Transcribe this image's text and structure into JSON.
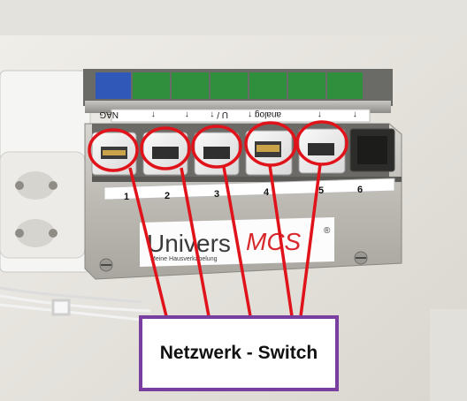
{
  "module": {
    "top_label": {
      "segments": [
        "NAG",
        "↑",
        "↑",
        "U / ↑",
        "analog ↑",
        "↑",
        "↑"
      ]
    },
    "port_numbers": [
      "1",
      "2",
      "3",
      "4",
      "5",
      "6"
    ],
    "brand": {
      "name_part1": "Univers",
      "name_part2": "MCS",
      "trademark": "®",
      "tagline": "Meine Hausverkabelung"
    }
  },
  "callout": {
    "label": "Netzwerk - Switch"
  },
  "colors": {
    "highlight": "#e0121a",
    "callout_border": "#7a3ea0",
    "brand_red": "#d8282c",
    "module_green": "#2f8f3c",
    "module_blue": "#2f58b8"
  }
}
